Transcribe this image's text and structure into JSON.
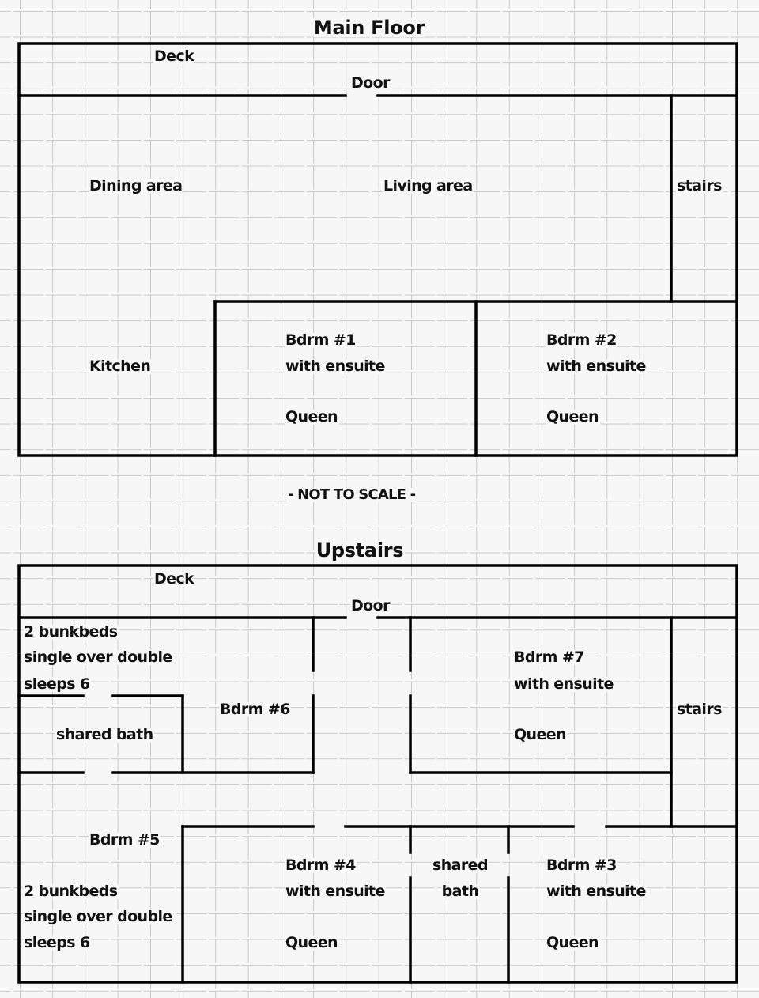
{
  "colors": {
    "background": "#f7f7f7",
    "grid": "#b0b0b0",
    "wall": "#000000",
    "text": "#111111"
  },
  "note": "- NOT TO SCALE -",
  "main_floor": {
    "title": "Main Floor",
    "deck": "Deck",
    "door": "Door",
    "dining": "Dining area",
    "living": "Living area",
    "stairs": "stairs",
    "kitchen": "Kitchen",
    "bdrm1": {
      "name": "Bdrm #1",
      "detail": "with ensuite",
      "bed": "Queen"
    },
    "bdrm2": {
      "name": "Bdrm #2",
      "detail": "with ensuite",
      "bed": "Queen"
    }
  },
  "upstairs": {
    "title": "Upstairs",
    "deck": "Deck",
    "door": "Door",
    "bunk_room": {
      "line1": "2 bunkbeds",
      "line2": "single over double",
      "line3": "sleeps 6"
    },
    "shared_bath_left": "shared bath",
    "bdrm6": {
      "name": "Bdrm #6"
    },
    "bdrm7": {
      "name": "Bdrm #7",
      "detail": "with ensuite",
      "bed": "Queen"
    },
    "stairs": "stairs",
    "bdrm5": {
      "name": "Bdrm #5",
      "line1": "2 bunkbeds",
      "line2": "single over double",
      "line3": "sleeps 6"
    },
    "bdrm4": {
      "name": "Bdrm #4",
      "detail": "with ensuite",
      "bed": "Queen"
    },
    "shared_bath_center": {
      "line1": "shared",
      "line2": "bath"
    },
    "bdrm3": {
      "name": "Bdrm #3",
      "detail": "with ensuite",
      "bed": "Queen"
    }
  }
}
